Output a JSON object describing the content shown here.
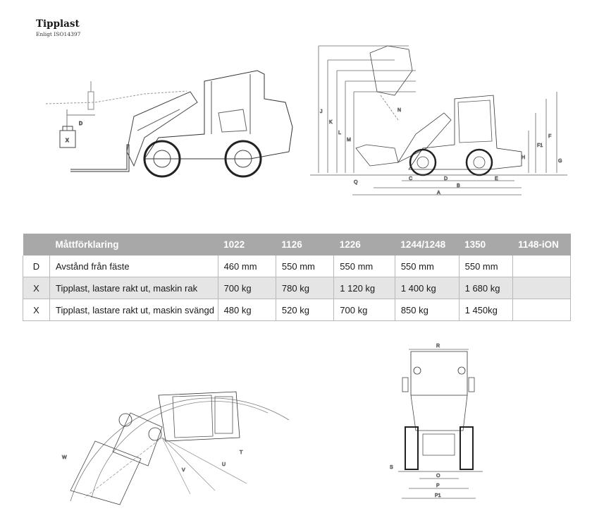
{
  "header": {
    "title": "Tipplast",
    "subtitle": "Enligt ISO14397"
  },
  "table": {
    "columns": [
      "",
      "Måttförklaring",
      "1022",
      "1126",
      "1226",
      "1244/1248",
      "1350",
      "1148-iON"
    ],
    "rows": [
      [
        "D",
        "Avstånd från fäste",
        "460 mm",
        "550 mm",
        "550 mm",
        "550 mm",
        "550 mm",
        ""
      ],
      [
        "X",
        "Tipplast, lastare rakt ut, maskin rak",
        "700 kg",
        "780 kg",
        "1 120 kg",
        "1 400 kg",
        "1 680 kg",
        ""
      ],
      [
        "X",
        "Tipplast, lastare rakt ut, maskin svängd",
        "480 kg",
        "520 kg",
        "700 kg",
        "850 kg",
        "1 450kg",
        ""
      ]
    ]
  },
  "diagram_labels": {
    "side_view": [
      "D",
      "X"
    ],
    "dimension_view": [
      "J",
      "K",
      "L",
      "M",
      "N",
      "H",
      "F1",
      "F",
      "G",
      "C",
      "D",
      "E",
      "B",
      "A",
      "Q"
    ],
    "turning_view": [
      "W",
      "V",
      "U",
      "T"
    ],
    "front_view": [
      "R",
      "S",
      "O",
      "P",
      "P1"
    ]
  },
  "icons": {
    "side_view": "loader-side-view-drawing",
    "dimension_view": "loader-dimension-drawing",
    "turning_view": "loader-turning-radius-drawing",
    "front_view": "loader-front-view-drawing"
  }
}
